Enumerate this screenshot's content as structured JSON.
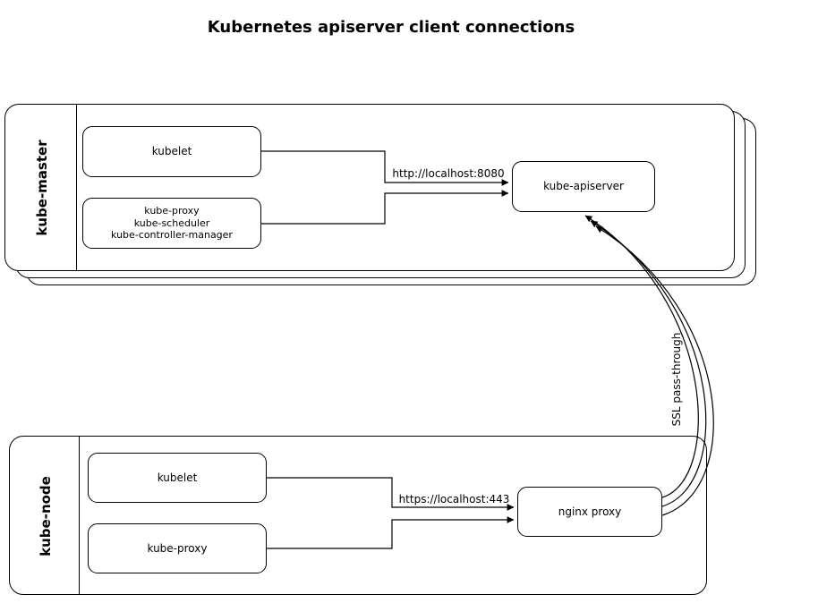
{
  "title": "Kubernetes apiserver client connections",
  "colors": {
    "line": "#000000",
    "background": "#ffffff"
  },
  "master_group": {
    "label": "kube-master",
    "boxes": {
      "kubelet": "kubelet",
      "control_plane_lines": [
        "kube-proxy",
        "kube-scheduler",
        "kube-controller-manager"
      ],
      "apiserver": "kube-apiserver"
    },
    "connection_label": "http://localhost:8080"
  },
  "node_group": {
    "label": "kube-node",
    "boxes": {
      "kubelet": "kubelet",
      "kube_proxy": "kube-proxy",
      "nginx_proxy": "nginx proxy"
    },
    "connection_label": "https://localhost:443"
  },
  "ssl_edge_label": "SSL pass-through"
}
